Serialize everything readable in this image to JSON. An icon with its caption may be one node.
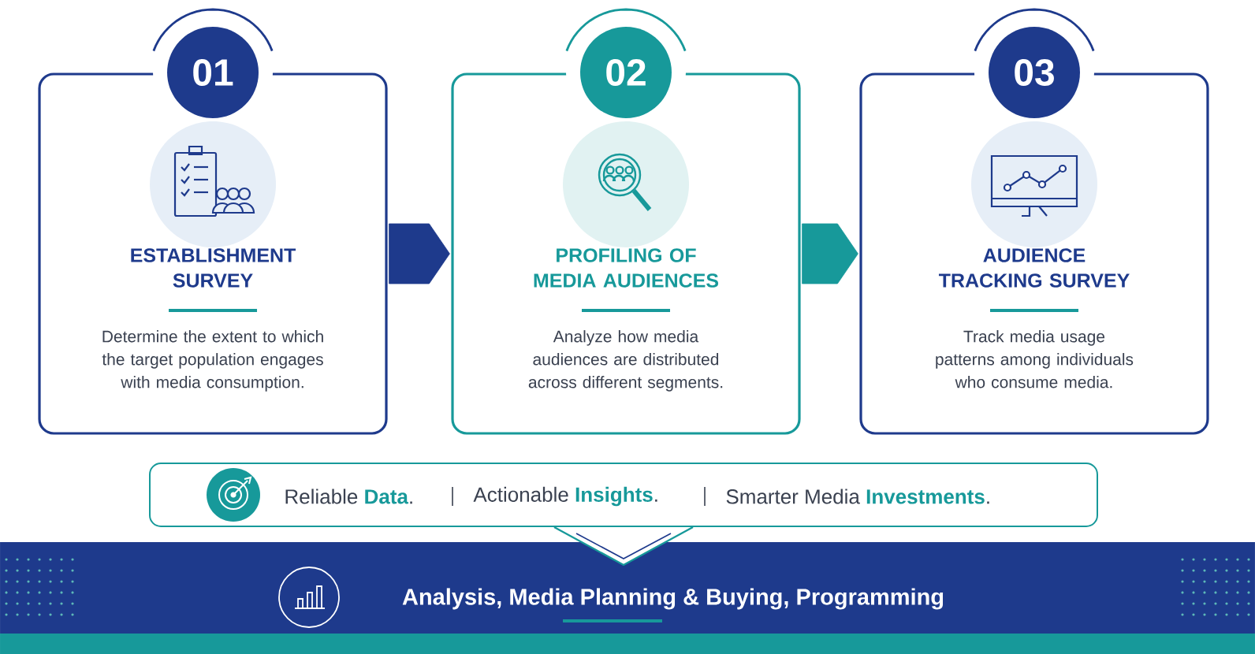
{
  "diagram": {
    "nodes": [
      {
        "text": [
          "01",
          "ESTABLISHMENT SURVEY",
          "Determine the extent to which the target population engages with media consumption."
        ]
      },
      {
        "text": [
          "02",
          "PROFILING OF MEDIA AUDIENCES",
          "Analyze how media audiences are distributed across different segments."
        ]
      },
      {
        "text": [
          "03",
          "AUDIENCE TRACKING SURVEY",
          "Track media usage patterns among individuals who consume media."
        ]
      },
      {
        "text": [
          "Reliable **Data**.",
          "Actionable **Insights**.",
          "Smarter Media **Investments**."
        ]
      },
      {
        "text": [
          "Analysis, Media Planning & Buying, Programming"
        ]
      }
    ],
    "edges": [
      {
        "from": 0,
        "to": 1,
        "arrow": "to",
        "color": "#1e3a8c"
      },
      {
        "from": 1,
        "to": 2,
        "arrow": "to",
        "color": "#17999a"
      }
    ]
  }
}
